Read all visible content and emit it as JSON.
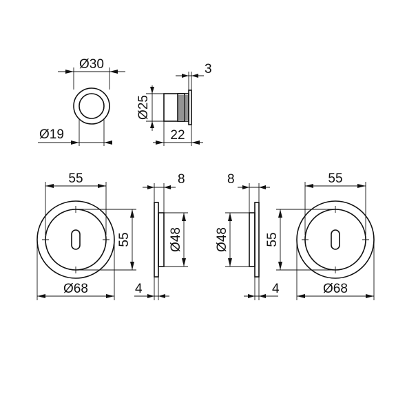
{
  "labels": {
    "top_round_dia_outer": "Ø30",
    "top_round_dia_inner": "Ø19",
    "top_side_dia": "Ø25",
    "top_side_flange": "3",
    "top_side_length": "22",
    "left_width_55": "55",
    "left_height_55": "55",
    "left_dia_68": "Ø68",
    "left_side_thickness": "8",
    "left_side_dia": "Ø48",
    "left_side_plate": "4",
    "right_side_thickness": "8",
    "right_side_dia": "Ø48",
    "right_side_plate": "4",
    "right_height_55": "55",
    "right_width_55": "55",
    "right_dia_68": "Ø68"
  }
}
